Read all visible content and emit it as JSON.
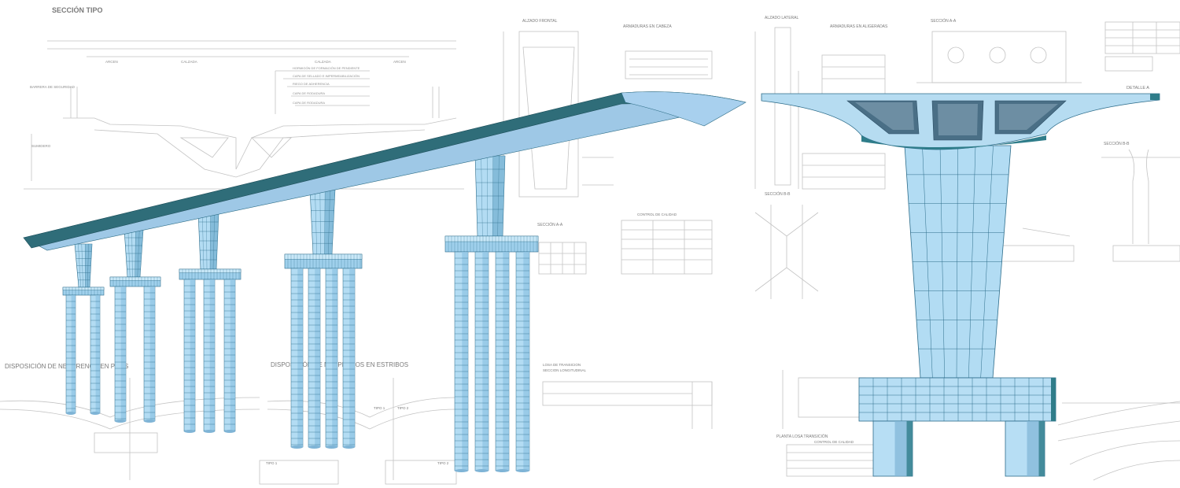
{
  "drawing": {
    "seccion_tipo": "SECCIÓN TIPO",
    "barrera": "BARRERA DE SEGURIDAD",
    "sumidero": "SUMIDERO",
    "arcen_left": "ARCEN",
    "calzada_left": "CALZADA",
    "calzada_right": "CALZADA",
    "arcen_right": "ARCEN",
    "layers": [
      "HORMIGÓN DE FORMACIÓN DE PENDIENTE",
      "CAPA DE SELLADO E IMPERMEABILIZACIÓN",
      "RIEGO DE ADHERENCIA",
      "CAPA DE RODADURA",
      "CAPA DE RODADURA"
    ],
    "alzado_frontal": "ALZADO FRONTAL",
    "armaduras_cabeza": "ARMADURAS EN CABEZA",
    "alzado_lateral": "ALZADO LATERAL",
    "armaduras_aligeradas": "ARMADURAS EN ALIGERADAS",
    "seccion_aa_top": "SECCIÓN A-A",
    "seccion_aa_mid": "SECCIÓN A-A",
    "seccion_bb_mid": "SECCIÓN B-B",
    "seccion_bb_right": "SECCIÓN B-B",
    "detalle_a": "DETALLE A",
    "losa_transicion": "LOSA DE TRANSICION",
    "seccion_longitudinal": "SECCION LONGITUDINAL",
    "disposicion_pilas": "DISPOSICIÓN DE NEOPRENOS EN PILAS",
    "disposicion_estribos": "DISPOSICIÓN DE NEOPRENOS EN ESTRIBOS",
    "planta_losa": "PLANTA LOSA TRANSICIÓN",
    "control_calidad": "CONTROL DE CALIDAD",
    "control_calidad_2": "CONTROL DE CALIDAD",
    "tipo_1": "TIPO 1",
    "tipo_2": "TIPO 2",
    "tipo_1b": "TIPO 1",
    "tipo_2b": "TIPO 2"
  },
  "colors": {
    "deck_top": "#2f6f7b",
    "deck_side": "#1d5560",
    "deck_light": "#9fc9e8",
    "pier_face": "#b3dcf3",
    "pier_dark": "#5fa3c4",
    "grid_line": "#2c6c8a",
    "drawing_line": "#b9b9b9"
  }
}
